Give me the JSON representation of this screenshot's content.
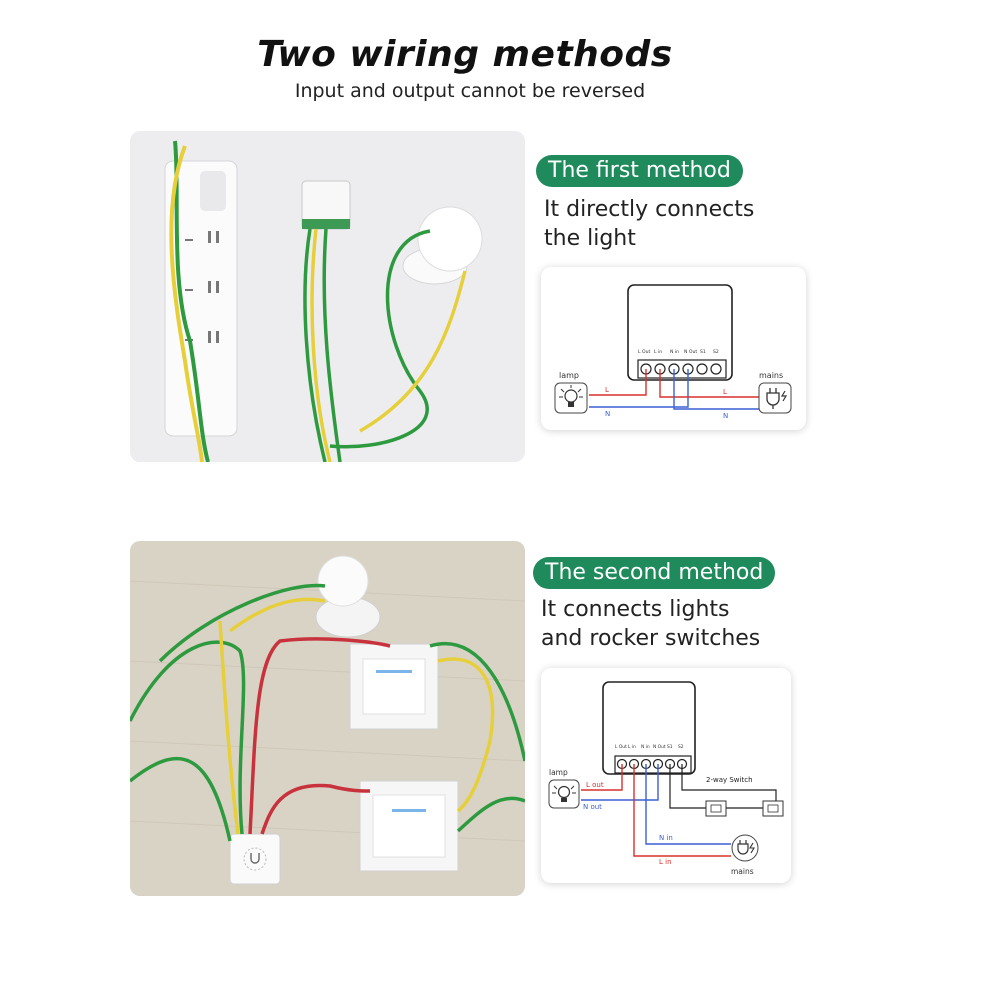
{
  "header": {
    "title": "Two wiring methods",
    "subtitle": "Input and output cannot be reversed"
  },
  "colors": {
    "accent": "#1f8a5b",
    "wire_live": "#d9302c",
    "wire_neutral": "#3b5fd6",
    "wire_green": "#2e9a3f",
    "wire_yellow": "#e6cf3a"
  },
  "method1": {
    "badge": "The first method",
    "desc_line1": "It directly connects",
    "desc_line2": "the light",
    "diagram": {
      "terminals": [
        "L Out",
        "L in",
        "N in",
        "N Out",
        "S1",
        "S2"
      ],
      "lamp_label": "lamp",
      "mains_label": "mains",
      "wire_L_left": "L",
      "wire_N_left": "N",
      "wire_L_right": "L",
      "wire_N_right": "N"
    }
  },
  "method2": {
    "badge": "The second method",
    "desc_line1": "It connects lights",
    "desc_line2": "and rocker switches",
    "diagram": {
      "terminals": [
        "L Out",
        "L in",
        "N in",
        "N Out",
        "S1",
        "S2"
      ],
      "lamp_label": "lamp",
      "mains_label": "mains",
      "l_out": "L out",
      "n_out": "N out",
      "n_in": "N in",
      "l_in": "L in",
      "switch_label": "2-way Switch"
    }
  }
}
